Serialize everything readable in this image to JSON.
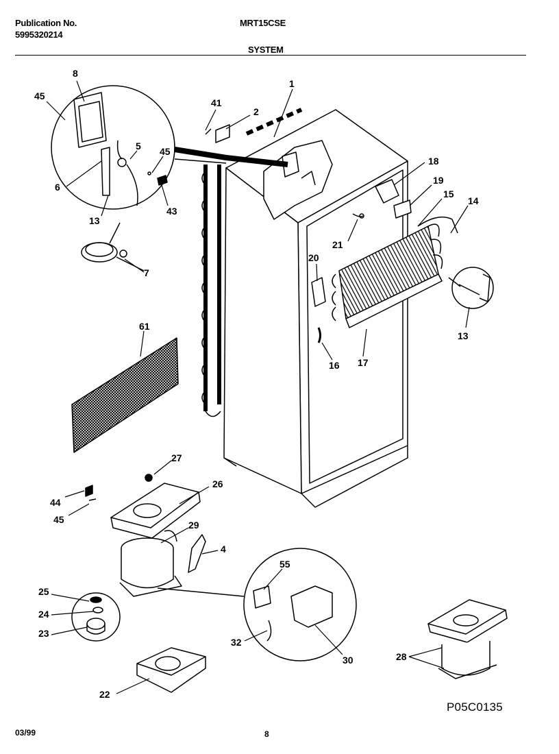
{
  "header": {
    "publication_label": "Publication No.",
    "publication_number": "5995320214",
    "model": "MRT15CSE",
    "section": "SYSTEM"
  },
  "footer": {
    "date": "03/99",
    "page": "8",
    "figure_code": "P05C0135"
  },
  "callouts": [
    {
      "id": "c8",
      "text": "8"
    },
    {
      "id": "c45a",
      "text": "45"
    },
    {
      "id": "c5",
      "text": "5"
    },
    {
      "id": "c45b",
      "text": "45"
    },
    {
      "id": "c6",
      "text": "6"
    },
    {
      "id": "c13a",
      "text": "13"
    },
    {
      "id": "c43",
      "text": "43"
    },
    {
      "id": "c7",
      "text": "7"
    },
    {
      "id": "c41",
      "text": "41"
    },
    {
      "id": "c2",
      "text": "2"
    },
    {
      "id": "c1",
      "text": "1"
    },
    {
      "id": "c18",
      "text": "18"
    },
    {
      "id": "c19",
      "text": "19"
    },
    {
      "id": "c15",
      "text": "15"
    },
    {
      "id": "c14",
      "text": "14"
    },
    {
      "id": "c21",
      "text": "21"
    },
    {
      "id": "c20",
      "text": "20"
    },
    {
      "id": "c13b",
      "text": "13"
    },
    {
      "id": "c16",
      "text": "16"
    },
    {
      "id": "c17",
      "text": "17"
    },
    {
      "id": "c61",
      "text": "61"
    },
    {
      "id": "c27",
      "text": "27"
    },
    {
      "id": "c26",
      "text": "26"
    },
    {
      "id": "c44",
      "text": "44"
    },
    {
      "id": "c45c",
      "text": "45"
    },
    {
      "id": "c29",
      "text": "29"
    },
    {
      "id": "c4",
      "text": "4"
    },
    {
      "id": "c55",
      "text": "55"
    },
    {
      "id": "c25",
      "text": "25"
    },
    {
      "id": "c24",
      "text": "24"
    },
    {
      "id": "c23",
      "text": "23"
    },
    {
      "id": "c32",
      "text": "32"
    },
    {
      "id": "c30",
      "text": "30"
    },
    {
      "id": "c28",
      "text": "28"
    },
    {
      "id": "c22",
      "text": "22"
    }
  ]
}
